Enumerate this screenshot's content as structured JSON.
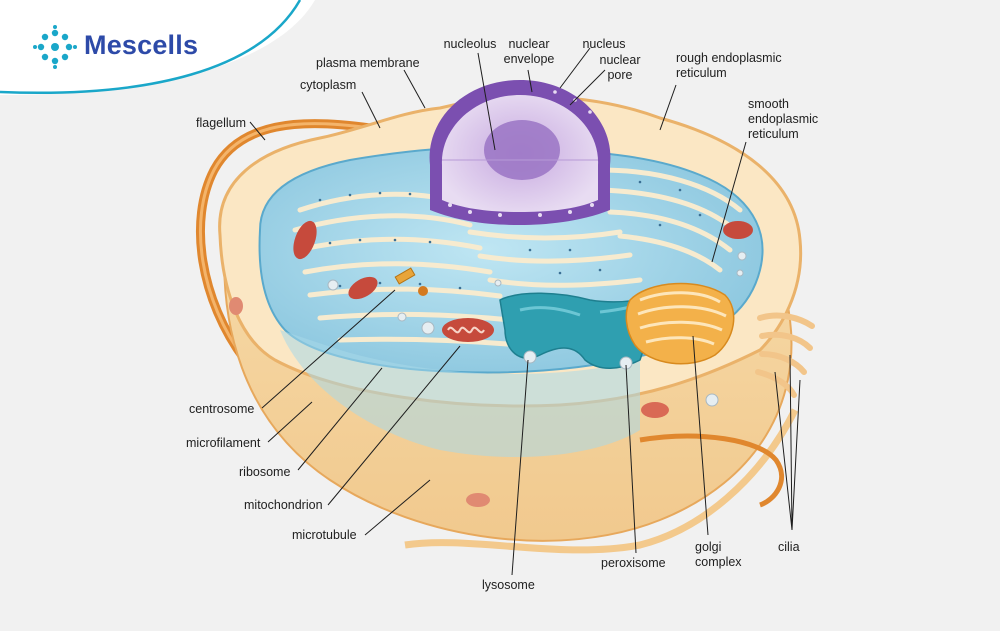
{
  "brand": {
    "name": "Mescells",
    "logo_icon": "dotted-ring-icon",
    "accent": "#1aa7c9",
    "text_color": "#2d4aa8"
  },
  "labels": {
    "nucleolus": "nucleolus",
    "nuclear_envelope": "nuclear\nenvelope",
    "nucleus": "nucleus",
    "nuclear_pore": "nuclear\npore",
    "plasma_membrane": "plasma membrane",
    "cytoplasm": "cytoplasm",
    "flagellum": "flagellum",
    "rough_er": "rough endoplasmic\nreticulum",
    "smooth_er": "smooth\nendoplasmic\nreticulum",
    "centrosome": "centrosome",
    "microfilament": "microfilament",
    "ribosome": "ribosome",
    "mitochondrion": "mitochondrion",
    "microtubule": "microtubule",
    "lysosome": "lysosome",
    "peroxisome": "peroxisome",
    "golgi_complex": "golgi\ncomplex",
    "cilia": "cilia"
  },
  "colors": {
    "membrane": "#f3c98c",
    "cytoplasm_cream": "#fbe7c4",
    "er_blue": "#4aa6cf",
    "er_light": "#8fd0ea",
    "nucleus_purple": "#7b4fb0",
    "nucleoplasm": "#d9c3e8",
    "mito_red": "#c64a3c",
    "golgi_orange": "#e89a2a",
    "teal_smooth_er": "#2f9fb0"
  }
}
